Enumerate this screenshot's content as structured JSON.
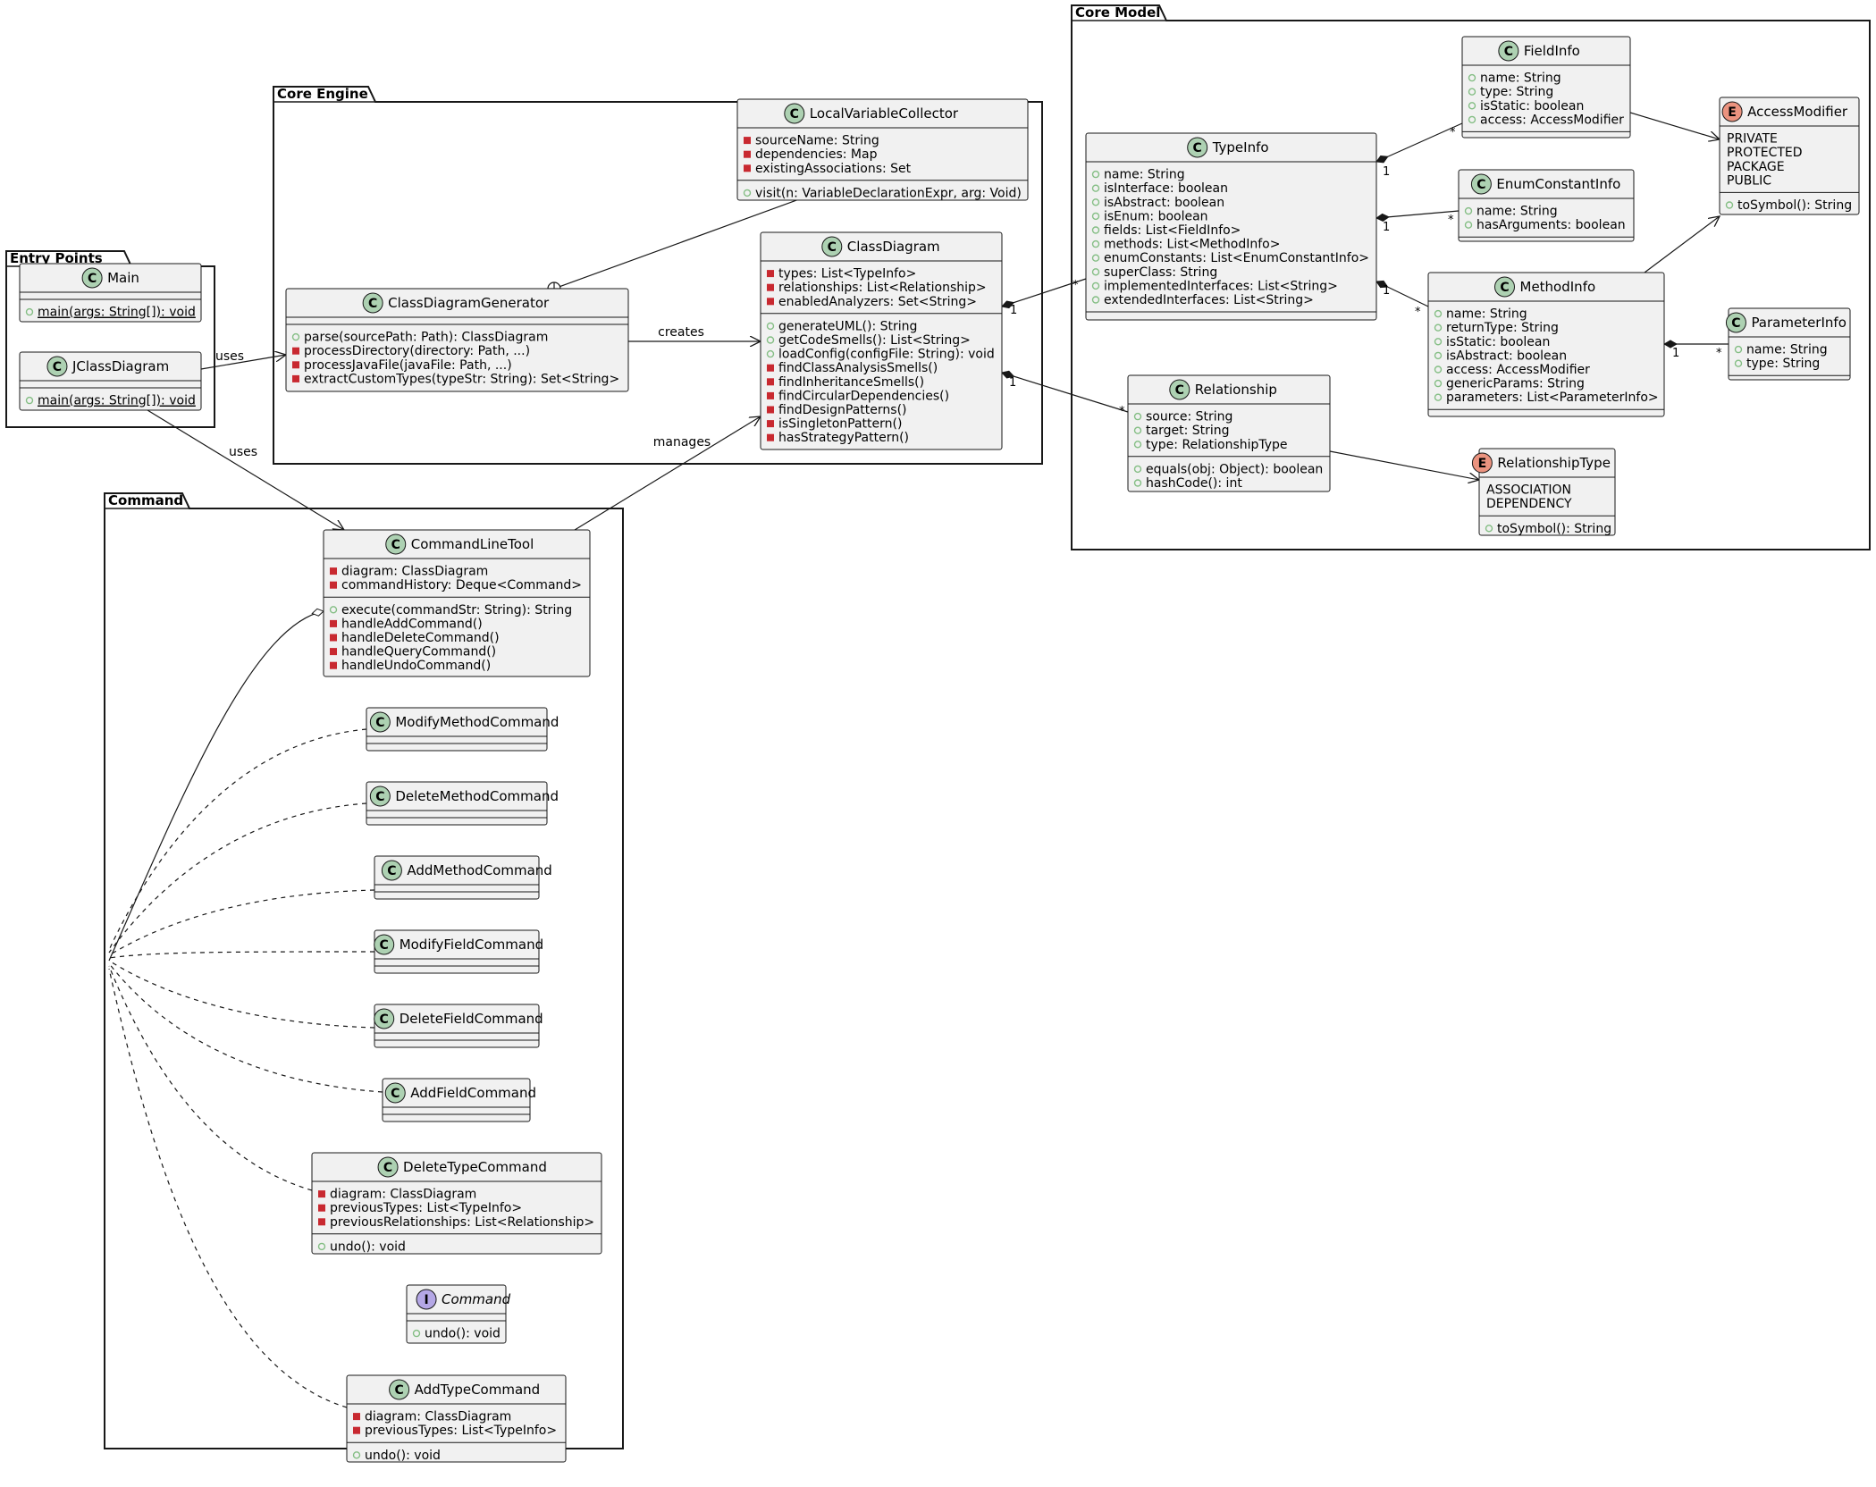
{
  "packages": [
    {
      "id": "entry",
      "name": "Entry Points"
    },
    {
      "id": "engine",
      "name": "Core Engine"
    },
    {
      "id": "command",
      "name": "Command"
    },
    {
      "id": "model",
      "name": "Core Model"
    }
  ],
  "classes": [
    {
      "id": "Main",
      "kind": "class",
      "name": "Main",
      "fields": [],
      "methods": [
        {
          "vis": "public",
          "text": "main(args: String[]): void",
          "static": true
        }
      ]
    },
    {
      "id": "JClassDiagram",
      "kind": "class",
      "name": "JClassDiagram",
      "fields": [],
      "methods": [
        {
          "vis": "public",
          "text": "main(args: String[]): void",
          "static": true
        }
      ]
    },
    {
      "id": "ClassDiagramGenerator",
      "kind": "class",
      "name": "ClassDiagramGenerator",
      "fields": [],
      "methods": [
        {
          "vis": "public",
          "text": "parse(sourcePath: Path): ClassDiagram"
        },
        {
          "vis": "private",
          "text": "processDirectory(directory: Path, ...)"
        },
        {
          "vis": "private",
          "text": "processJavaFile(javaFile: Path, ...)"
        },
        {
          "vis": "private",
          "text": "extractCustomTypes(typeStr: String): Set<String>"
        }
      ]
    },
    {
      "id": "LocalVariableCollector",
      "kind": "class",
      "name": "LocalVariableCollector",
      "fields": [
        {
          "vis": "private",
          "text": "sourceName: String"
        },
        {
          "vis": "private",
          "text": "dependencies: Map"
        },
        {
          "vis": "private",
          "text": "existingAssociations: Set"
        }
      ],
      "methods": [
        {
          "vis": "public",
          "text": "visit(n: VariableDeclarationExpr, arg: Void)"
        }
      ]
    },
    {
      "id": "ClassDiagram",
      "kind": "class",
      "name": "ClassDiagram",
      "fields": [
        {
          "vis": "private",
          "text": "types: List<TypeInfo>"
        },
        {
          "vis": "private",
          "text": "relationships: List<Relationship>"
        },
        {
          "vis": "private",
          "text": "enabledAnalyzers: Set<String>"
        }
      ],
      "methods": [
        {
          "vis": "public",
          "text": "generateUML(): String"
        },
        {
          "vis": "public",
          "text": "getCodeSmells(): List<String>"
        },
        {
          "vis": "public",
          "text": "loadConfig(configFile: String): void"
        },
        {
          "vis": "private",
          "text": "findClassAnalysisSmells()"
        },
        {
          "vis": "private",
          "text": "findInheritanceSmells()"
        },
        {
          "vis": "private",
          "text": "findCircularDependencies()"
        },
        {
          "vis": "private",
          "text": "findDesignPatterns()"
        },
        {
          "vis": "private",
          "text": "isSingletonPattern()"
        },
        {
          "vis": "private",
          "text": "hasStrategyPattern()"
        }
      ]
    },
    {
      "id": "CommandLineTool",
      "kind": "class",
      "name": "CommandLineTool",
      "fields": [
        {
          "vis": "private",
          "text": "diagram: ClassDiagram"
        },
        {
          "vis": "private",
          "text": "commandHistory: Deque<Command>"
        }
      ],
      "methods": [
        {
          "vis": "public",
          "text": "execute(commandStr: String): String"
        },
        {
          "vis": "private",
          "text": "handleAddCommand()"
        },
        {
          "vis": "private",
          "text": "handleDeleteCommand()"
        },
        {
          "vis": "private",
          "text": "handleQueryCommand()"
        },
        {
          "vis": "private",
          "text": "handleUndoCommand()"
        }
      ]
    },
    {
      "id": "ModifyMethodCommand",
      "kind": "class",
      "name": "ModifyMethodCommand",
      "fields": [],
      "methods": []
    },
    {
      "id": "DeleteMethodCommand",
      "kind": "class",
      "name": "DeleteMethodCommand",
      "fields": [],
      "methods": []
    },
    {
      "id": "AddMethodCommand",
      "kind": "class",
      "name": "AddMethodCommand",
      "fields": [],
      "methods": []
    },
    {
      "id": "ModifyFieldCommand",
      "kind": "class",
      "name": "ModifyFieldCommand",
      "fields": [],
      "methods": []
    },
    {
      "id": "DeleteFieldCommand",
      "kind": "class",
      "name": "DeleteFieldCommand",
      "fields": [],
      "methods": []
    },
    {
      "id": "AddFieldCommand",
      "kind": "class",
      "name": "AddFieldCommand",
      "fields": [],
      "methods": []
    },
    {
      "id": "DeleteTypeCommand",
      "kind": "class",
      "name": "DeleteTypeCommand",
      "fields": [
        {
          "vis": "private",
          "text": "diagram: ClassDiagram"
        },
        {
          "vis": "private",
          "text": "previousTypes: List<TypeInfo>"
        },
        {
          "vis": "private",
          "text": "previousRelationships: List<Relationship>"
        }
      ],
      "methods": [
        {
          "vis": "public",
          "text": "undo(): void"
        }
      ]
    },
    {
      "id": "Command",
      "kind": "interface",
      "name": "Command",
      "fields": [],
      "methods": [
        {
          "vis": "public",
          "text": "undo(): void"
        }
      ]
    },
    {
      "id": "AddTypeCommand",
      "kind": "class",
      "name": "AddTypeCommand",
      "fields": [
        {
          "vis": "private",
          "text": "diagram: ClassDiagram"
        },
        {
          "vis": "private",
          "text": "previousTypes: List<TypeInfo>"
        }
      ],
      "methods": [
        {
          "vis": "public",
          "text": "undo(): void"
        }
      ]
    },
    {
      "id": "TypeInfo",
      "kind": "class",
      "name": "TypeInfo",
      "fields": [
        {
          "vis": "public",
          "text": "name: String"
        },
        {
          "vis": "public",
          "text": "isInterface: boolean"
        },
        {
          "vis": "public",
          "text": "isAbstract: boolean"
        },
        {
          "vis": "public",
          "text": "isEnum: boolean"
        },
        {
          "vis": "public",
          "text": "fields: List<FieldInfo>"
        },
        {
          "vis": "public",
          "text": "methods: List<MethodInfo>"
        },
        {
          "vis": "public",
          "text": "enumConstants: List<EnumConstantInfo>"
        },
        {
          "vis": "public",
          "text": "superClass: String"
        },
        {
          "vis": "public",
          "text": "implementedInterfaces: List<String>"
        },
        {
          "vis": "public",
          "text": "extendedInterfaces: List<String>"
        }
      ],
      "methods": []
    },
    {
      "id": "FieldInfo",
      "kind": "class",
      "name": "FieldInfo",
      "fields": [
        {
          "vis": "public",
          "text": "name: String"
        },
        {
          "vis": "public",
          "text": "type: String"
        },
        {
          "vis": "public",
          "text": "isStatic: boolean"
        },
        {
          "vis": "public",
          "text": "access: AccessModifier"
        }
      ],
      "methods": []
    },
    {
      "id": "EnumConstantInfo",
      "kind": "class",
      "name": "EnumConstantInfo",
      "fields": [
        {
          "vis": "public",
          "text": "name: String"
        },
        {
          "vis": "public",
          "text": "hasArguments: boolean"
        }
      ],
      "methods": []
    },
    {
      "id": "MethodInfo",
      "kind": "class",
      "name": "MethodInfo",
      "fields": [
        {
          "vis": "public",
          "text": "name: String"
        },
        {
          "vis": "public",
          "text": "returnType: String"
        },
        {
          "vis": "public",
          "text": "isStatic: boolean"
        },
        {
          "vis": "public",
          "text": "isAbstract: boolean"
        },
        {
          "vis": "public",
          "text": "access: AccessModifier"
        },
        {
          "vis": "public",
          "text": "genericParams: String"
        },
        {
          "vis": "public",
          "text": "parameters: List<ParameterInfo>"
        }
      ],
      "methods": []
    },
    {
      "id": "AccessModifier",
      "kind": "enum",
      "name": "AccessModifier",
      "fields": [
        {
          "vis": "none",
          "text": "PRIVATE"
        },
        {
          "vis": "none",
          "text": "PROTECTED"
        },
        {
          "vis": "none",
          "text": "PACKAGE"
        },
        {
          "vis": "none",
          "text": "PUBLIC"
        }
      ],
      "methods": [
        {
          "vis": "public",
          "text": "toSymbol(): String"
        }
      ]
    },
    {
      "id": "ParameterInfo",
      "kind": "class",
      "name": "ParameterInfo",
      "fields": [
        {
          "vis": "public",
          "text": "name: String"
        },
        {
          "vis": "public",
          "text": "type: String"
        }
      ],
      "methods": []
    },
    {
      "id": "Relationship",
      "kind": "class",
      "name": "Relationship",
      "fields": [
        {
          "vis": "public",
          "text": "source: String"
        },
        {
          "vis": "public",
          "text": "target: String"
        },
        {
          "vis": "public",
          "text": "type: RelationshipType"
        }
      ],
      "methods": [
        {
          "vis": "public",
          "text": "equals(obj: Object): boolean"
        },
        {
          "vis": "public",
          "text": "hashCode(): int"
        }
      ]
    },
    {
      "id": "RelationshipType",
      "kind": "enum",
      "name": "RelationshipType",
      "fields": [
        {
          "vis": "none",
          "text": "ASSOCIATION"
        },
        {
          "vis": "none",
          "text": "DEPENDENCY"
        }
      ],
      "methods": [
        {
          "vis": "public",
          "text": "toSymbol(): String"
        }
      ]
    }
  ],
  "edges": [
    {
      "id": "e1",
      "from": "JClassDiagram",
      "to": "ClassDiagramGenerator",
      "kind": "dependency",
      "label": "uses"
    },
    {
      "id": "e2",
      "from": "JClassDiagram",
      "to": "CommandLineTool",
      "kind": "dependency",
      "label": "uses"
    },
    {
      "id": "e3",
      "from": "ClassDiagramGenerator",
      "to": "ClassDiagram",
      "kind": "dependency",
      "label": "creates"
    },
    {
      "id": "e4",
      "from": "ClassDiagramGenerator",
      "to": "LocalVariableCollector",
      "kind": "nested",
      "label": ""
    },
    {
      "id": "e5",
      "from": "CommandLineTool",
      "to": "ClassDiagram",
      "kind": "dependency",
      "label": "manages"
    },
    {
      "id": "e6",
      "from": "ClassDiagram",
      "to": "TypeInfo",
      "kind": "composition",
      "m1": "1",
      "m2": "*"
    },
    {
      "id": "e7",
      "from": "ClassDiagram",
      "to": "Relationship",
      "kind": "composition",
      "m1": "1",
      "m2": "*"
    },
    {
      "id": "e8",
      "from": "TypeInfo",
      "to": "FieldInfo",
      "kind": "composition",
      "m1": "1",
      "m2": "*"
    },
    {
      "id": "e9",
      "from": "TypeInfo",
      "to": "EnumConstantInfo",
      "kind": "composition",
      "m1": "1",
      "m2": "*"
    },
    {
      "id": "e10",
      "from": "TypeInfo",
      "to": "MethodInfo",
      "kind": "composition",
      "m1": "1",
      "m2": "*"
    },
    {
      "id": "e11",
      "from": "MethodInfo",
      "to": "ParameterInfo",
      "kind": "composition",
      "m1": "1",
      "m2": "*"
    },
    {
      "id": "e12",
      "from": "FieldInfo",
      "to": "AccessModifier",
      "kind": "dependency"
    },
    {
      "id": "e13",
      "from": "MethodInfo",
      "to": "AccessModifier",
      "kind": "dependency"
    },
    {
      "id": "e14",
      "from": "Relationship",
      "to": "RelationshipType",
      "kind": "dependency"
    },
    {
      "id": "e15",
      "from": "Command",
      "to": "CommandLineTool",
      "kind": "aggregation"
    },
    {
      "id": "r1",
      "from": "ModifyMethodCommand",
      "to": "Command",
      "kind": "realization"
    },
    {
      "id": "r2",
      "from": "DeleteMethodCommand",
      "to": "Command",
      "kind": "realization"
    },
    {
      "id": "r3",
      "from": "AddMethodCommand",
      "to": "Command",
      "kind": "realization"
    },
    {
      "id": "r4",
      "from": "ModifyFieldCommand",
      "to": "Command",
      "kind": "realization"
    },
    {
      "id": "r5",
      "from": "DeleteFieldCommand",
      "to": "Command",
      "kind": "realization"
    },
    {
      "id": "r6",
      "from": "AddFieldCommand",
      "to": "Command",
      "kind": "realization"
    },
    {
      "id": "r7",
      "from": "DeleteTypeCommand",
      "to": "Command",
      "kind": "realization"
    },
    {
      "id": "r8",
      "from": "AddTypeCommand",
      "to": "Command",
      "kind": "realization"
    }
  ],
  "colors": {
    "class_badge": "#add1b2",
    "interface_badge": "#b4a7e5",
    "enum_badge": "#eb937f",
    "box_fill": "#f1f1f1",
    "stroke": "#181818",
    "public_vis": "#84be84",
    "private_vis": "#c82930"
  }
}
